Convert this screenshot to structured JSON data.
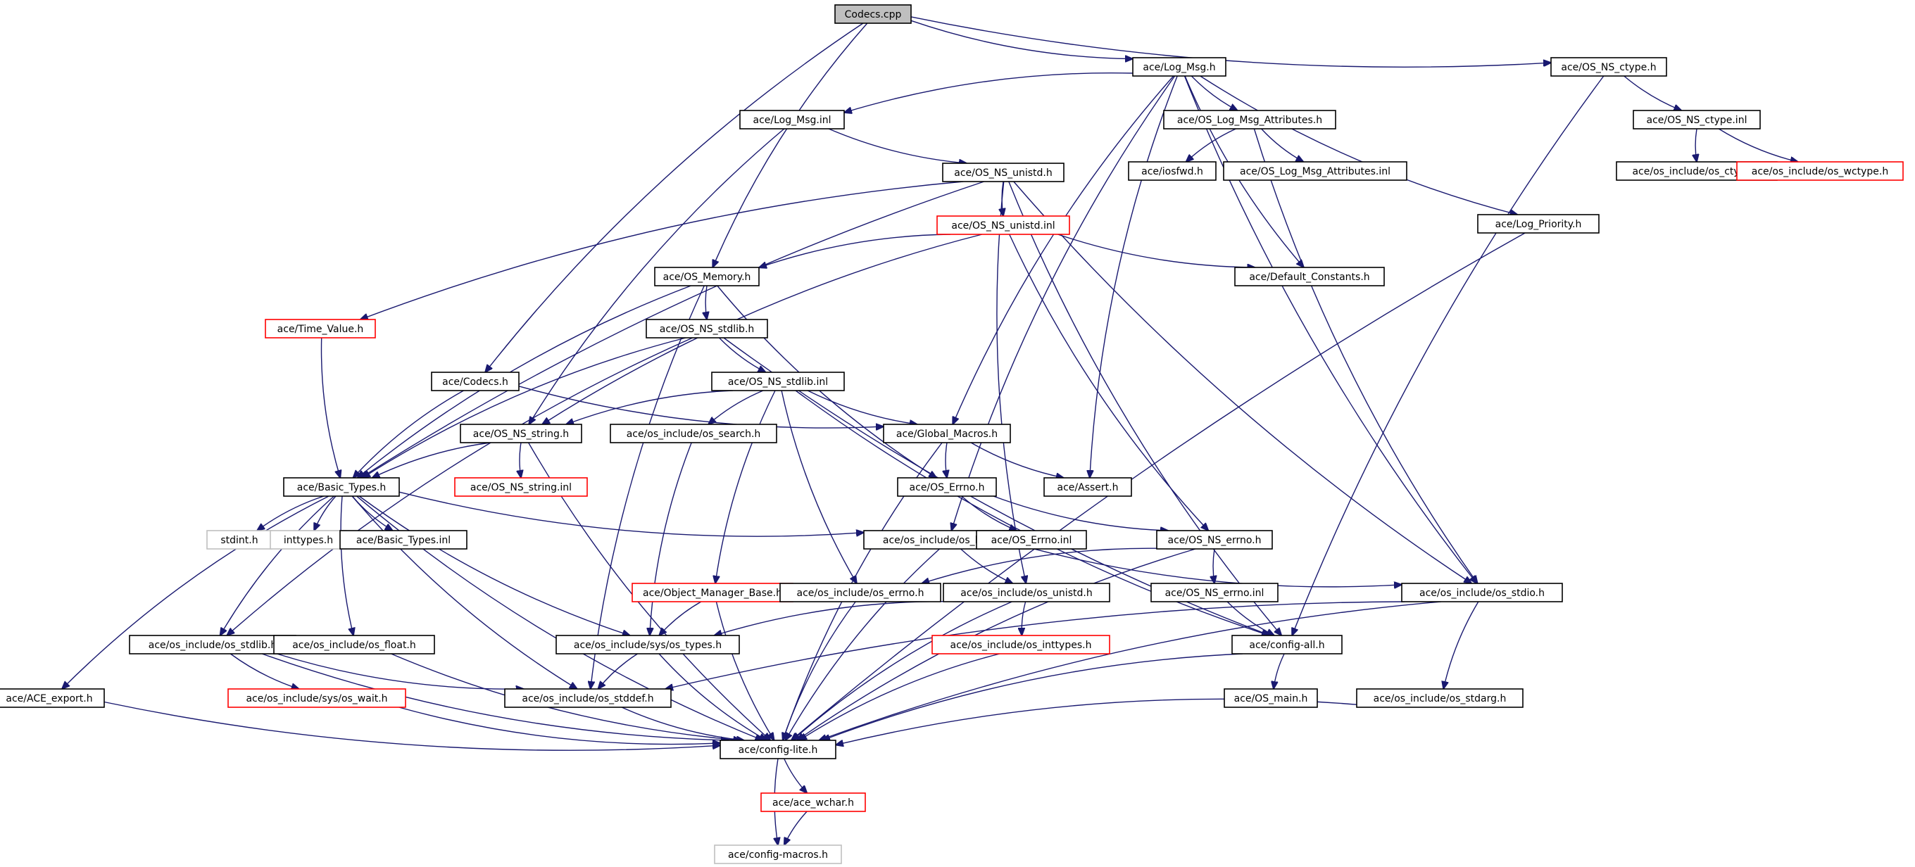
{
  "diagram": {
    "title": "",
    "colors": {
      "edge": "#191970",
      "root_fill": "#bfbfbf",
      "incomplete_border": "#ff0000",
      "external_border": "#bfbfbf"
    },
    "nodes": [
      {
        "id": "n_root",
        "label": "Codecs.cpp",
        "style": "root"
      },
      {
        "id": "n_logmsg_h",
        "label": "ace/Log_Msg.h",
        "style": "normal"
      },
      {
        "id": "n_osnsctype_h",
        "label": "ace/OS_NS_ctype.h",
        "style": "normal"
      },
      {
        "id": "n_logmsg_inl",
        "label": "ace/Log_Msg.inl",
        "style": "normal"
      },
      {
        "id": "n_oslogattr_h",
        "label": "ace/OS_Log_Msg_Attributes.h",
        "style": "normal"
      },
      {
        "id": "n_osnsctype_inl",
        "label": "ace/OS_NS_ctype.inl",
        "style": "normal"
      },
      {
        "id": "n_iosfwd",
        "label": "ace/iosfwd.h",
        "style": "normal"
      },
      {
        "id": "n_oslogattr_inl",
        "label": "ace/OS_Log_Msg_Attributes.inl",
        "style": "normal"
      },
      {
        "id": "n_osctype",
        "label": "ace/os_include/os_ctype.h",
        "style": "normal"
      },
      {
        "id": "n_oswctype",
        "label": "ace/os_include/os_wctype.h",
        "style": "red"
      },
      {
        "id": "n_osnsunistd_h",
        "label": "ace/OS_NS_unistd.h",
        "style": "normal"
      },
      {
        "id": "n_osnsunistd_inl",
        "label": "ace/OS_NS_unistd.inl",
        "style": "red"
      },
      {
        "id": "n_logprio",
        "label": "ace/Log_Priority.h",
        "style": "normal"
      },
      {
        "id": "n_osmemory",
        "label": "ace/OS_Memory.h",
        "style": "normal"
      },
      {
        "id": "n_defconst",
        "label": "ace/Default_Constants.h",
        "style": "normal"
      },
      {
        "id": "n_timevalue",
        "label": "ace/Time_Value.h",
        "style": "red"
      },
      {
        "id": "n_osnsstdlib_h",
        "label": "ace/OS_NS_stdlib.h",
        "style": "normal"
      },
      {
        "id": "n_codecs_h",
        "label": "ace/Codecs.h",
        "style": "normal"
      },
      {
        "id": "n_osnsstdlib_inl",
        "label": "ace/OS_NS_stdlib.inl",
        "style": "normal"
      },
      {
        "id": "n_osnsstring_h",
        "label": "ace/OS_NS_string.h",
        "style": "normal"
      },
      {
        "id": "n_ossearch",
        "label": "ace/os_include/os_search.h",
        "style": "normal"
      },
      {
        "id": "n_globalmacros",
        "label": "ace/Global_Macros.h",
        "style": "normal"
      },
      {
        "id": "n_basictypes_h",
        "label": "ace/Basic_Types.h",
        "style": "normal"
      },
      {
        "id": "n_osnsstring_inl",
        "label": "ace/OS_NS_string.inl",
        "style": "red"
      },
      {
        "id": "n_oserrno_h",
        "label": "ace/OS_Errno.h",
        "style": "normal"
      },
      {
        "id": "n_assert",
        "label": "ace/Assert.h",
        "style": "normal"
      },
      {
        "id": "n_stdint",
        "label": "stdint.h",
        "style": "grey"
      },
      {
        "id": "n_inttypes",
        "label": "inttypes.h",
        "style": "grey"
      },
      {
        "id": "n_basictypes_inl",
        "label": "ace/Basic_Types.inl",
        "style": "normal"
      },
      {
        "id": "n_oslimits",
        "label": "ace/os_include/os_limits.h",
        "style": "normal"
      },
      {
        "id": "n_oserrno_inl",
        "label": "ace/OS_Errno.inl",
        "style": "normal"
      },
      {
        "id": "n_osnserrno_h",
        "label": "ace/OS_NS_errno.h",
        "style": "normal"
      },
      {
        "id": "n_objmgrbase",
        "label": "ace/Object_Manager_Base.h",
        "style": "red"
      },
      {
        "id": "n_os_errno",
        "label": "ace/os_include/os_errno.h",
        "style": "normal"
      },
      {
        "id": "n_os_unistd",
        "label": "ace/os_include/os_unistd.h",
        "style": "normal"
      },
      {
        "id": "n_osnserrno_inl",
        "label": "ace/OS_NS_errno.inl",
        "style": "normal"
      },
      {
        "id": "n_os_stdio",
        "label": "ace/os_include/os_stdio.h",
        "style": "normal"
      },
      {
        "id": "n_os_stdlib",
        "label": "ace/os_include/os_stdlib.h",
        "style": "normal"
      },
      {
        "id": "n_os_float",
        "label": "ace/os_include/os_float.h",
        "style": "normal"
      },
      {
        "id": "n_ostypes",
        "label": "ace/os_include/sys/os_types.h",
        "style": "normal"
      },
      {
        "id": "n_os_inttypes",
        "label": "ace/os_include/os_inttypes.h",
        "style": "red"
      },
      {
        "id": "n_configall",
        "label": "ace/config-all.h",
        "style": "normal"
      },
      {
        "id": "n_aceexport",
        "label": "ace/ACE_export.h",
        "style": "normal"
      },
      {
        "id": "n_oswait",
        "label": "ace/os_include/sys/os_wait.h",
        "style": "red"
      },
      {
        "id": "n_os_stddef",
        "label": "ace/os_include/os_stddef.h",
        "style": "normal"
      },
      {
        "id": "n_osmain",
        "label": "ace/OS_main.h",
        "style": "normal"
      },
      {
        "id": "n_os_stdarg",
        "label": "ace/os_include/os_stdarg.h",
        "style": "normal"
      },
      {
        "id": "n_configlite",
        "label": "ace/config-lite.h",
        "style": "normal"
      },
      {
        "id": "n_acewchar",
        "label": "ace/ace_wchar.h",
        "style": "red"
      },
      {
        "id": "n_configmacros",
        "label": "ace/config-macros.h",
        "style": "grey"
      }
    ],
    "edges": [
      [
        "n_root",
        "n_logmsg_h"
      ],
      [
        "n_root",
        "n_osnsctype_h"
      ],
      [
        "n_root",
        "n_codecs_h"
      ],
      [
        "n_root",
        "n_osmemory"
      ],
      [
        "n_logmsg_h",
        "n_logmsg_inl"
      ],
      [
        "n_logmsg_h",
        "n_oslogattr_h"
      ],
      [
        "n_logmsg_h",
        "n_logprio"
      ],
      [
        "n_logmsg_h",
        "n_defconst"
      ],
      [
        "n_logmsg_h",
        "n_globalmacros"
      ],
      [
        "n_logmsg_h",
        "n_assert"
      ],
      [
        "n_logmsg_h",
        "n_oslimits"
      ],
      [
        "n_logmsg_h",
        "n_os_stdio"
      ],
      [
        "n_osnsctype_h",
        "n_osnsctype_inl"
      ],
      [
        "n_osnsctype_h",
        "n_configall"
      ],
      [
        "n_osnsctype_inl",
        "n_osctype"
      ],
      [
        "n_osnsctype_inl",
        "n_oswctype"
      ],
      [
        "n_oslogattr_h",
        "n_iosfwd"
      ],
      [
        "n_oslogattr_h",
        "n_oslogattr_inl"
      ],
      [
        "n_oslogattr_h",
        "n_os_stdio"
      ],
      [
        "n_logmsg_inl",
        "n_osnsunistd_h"
      ],
      [
        "n_logmsg_inl",
        "n_osnsstring_h"
      ],
      [
        "n_osnsunistd_h",
        "n_osnsunistd_inl"
      ],
      [
        "n_osnsunistd_h",
        "n_timevalue"
      ],
      [
        "n_osnsunistd_h",
        "n_basictypes_h"
      ],
      [
        "n_osnsunistd_h",
        "n_os_unistd"
      ],
      [
        "n_osnsunistd_h",
        "n_configall"
      ],
      [
        "n_osnsunistd_h",
        "n_os_stdio"
      ],
      [
        "n_osnsunistd_inl",
        "n_osmemory"
      ],
      [
        "n_osnsunistd_inl",
        "n_defconst"
      ],
      [
        "n_osnsunistd_inl",
        "n_osnsstring_h"
      ],
      [
        "n_osnsunistd_inl",
        "n_osnserrno_h"
      ],
      [
        "n_logprio",
        "n_configlite"
      ],
      [
        "n_timevalue",
        "n_basictypes_h"
      ],
      [
        "n_osmemory",
        "n_osnsstdlib_h"
      ],
      [
        "n_osmemory",
        "n_oserrno_h"
      ],
      [
        "n_osmemory",
        "n_basictypes_h"
      ],
      [
        "n_osmemory",
        "n_os_stddef"
      ],
      [
        "n_osnsstdlib_h",
        "n_osnsstdlib_inl"
      ],
      [
        "n_osnsstdlib_h",
        "n_basictypes_h"
      ],
      [
        "n_osnsstdlib_h",
        "n_os_stdlib"
      ],
      [
        "n_osnsstdlib_h",
        "n_configall"
      ],
      [
        "n_codecs_h",
        "n_basictypes_h"
      ],
      [
        "n_codecs_h",
        "n_globalmacros"
      ],
      [
        "n_osnsstdlib_inl",
        "n_osnsstring_h"
      ],
      [
        "n_osnsstdlib_inl",
        "n_ossearch"
      ],
      [
        "n_osnsstdlib_inl",
        "n_globalmacros"
      ],
      [
        "n_osnsstdlib_inl",
        "n_objmgrbase"
      ],
      [
        "n_osnsstdlib_inl",
        "n_os_errno"
      ],
      [
        "n_osnsstdlib_inl",
        "n_configall"
      ],
      [
        "n_osnsstring_h",
        "n_basictypes_h"
      ],
      [
        "n_osnsstring_h",
        "n_osnsstring_inl"
      ],
      [
        "n_osnsstring_h",
        "n_configlite"
      ],
      [
        "n_ossearch",
        "n_ostypes"
      ],
      [
        "n_globalmacros",
        "n_oserrno_h"
      ],
      [
        "n_globalmacros",
        "n_assert"
      ],
      [
        "n_globalmacros",
        "n_configlite"
      ],
      [
        "n_basictypes_h",
        "n_stdint"
      ],
      [
        "n_basictypes_h",
        "n_inttypes"
      ],
      [
        "n_basictypes_h",
        "n_basictypes_inl"
      ],
      [
        "n_basictypes_h",
        "n_oslimits"
      ],
      [
        "n_basictypes_h",
        "n_os_stdlib"
      ],
      [
        "n_basictypes_h",
        "n_os_float"
      ],
      [
        "n_basictypes_h",
        "n_ostypes"
      ],
      [
        "n_basictypes_h",
        "n_aceexport"
      ],
      [
        "n_basictypes_h",
        "n_os_stddef"
      ],
      [
        "n_basictypes_h",
        "n_configlite"
      ],
      [
        "n_oserrno_h",
        "n_oserrno_inl"
      ],
      [
        "n_oserrno_h",
        "n_osnserrno_h"
      ],
      [
        "n_oslimits",
        "n_os_unistd"
      ],
      [
        "n_oslimits",
        "n_os_stdio"
      ],
      [
        "n_oslimits",
        "n_configlite"
      ],
      [
        "n_osnserrno_h",
        "n_os_errno"
      ],
      [
        "n_osnserrno_h",
        "n_osnserrno_inl"
      ],
      [
        "n_osnserrno_h",
        "n_configlite"
      ],
      [
        "n_osnserrno_inl",
        "n_configall"
      ],
      [
        "n_objmgrbase",
        "n_ostypes"
      ],
      [
        "n_objmgrbase",
        "n_configlite"
      ],
      [
        "n_os_errno",
        "n_configlite"
      ],
      [
        "n_os_unistd",
        "n_ostypes"
      ],
      [
        "n_os_unistd",
        "n_os_inttypes"
      ],
      [
        "n_os_unistd",
        "n_configlite"
      ],
      [
        "n_os_stdio",
        "n_os_stdarg"
      ],
      [
        "n_os_stdio",
        "n_os_stddef"
      ],
      [
        "n_os_stdio",
        "n_configlite"
      ],
      [
        "n_os_stdlib",
        "n_oswait"
      ],
      [
        "n_os_stdlib",
        "n_os_stddef"
      ],
      [
        "n_os_stdlib",
        "n_configlite"
      ],
      [
        "n_os_float",
        "n_configlite"
      ],
      [
        "n_ostypes",
        "n_os_stddef"
      ],
      [
        "n_ostypes",
        "n_configlite"
      ],
      [
        "n_os_inttypes",
        "n_configlite"
      ],
      [
        "n_configall",
        "n_osmain"
      ],
      [
        "n_configall",
        "n_configlite"
      ],
      [
        "n_aceexport",
        "n_configlite"
      ],
      [
        "n_oswait",
        "n_configlite"
      ],
      [
        "n_os_stddef",
        "n_configlite"
      ],
      [
        "n_os_stdarg",
        "n_configlite"
      ],
      [
        "n_configlite",
        "n_acewchar"
      ],
      [
        "n_configlite",
        "n_configmacros"
      ],
      [
        "n_acewchar",
        "n_configmacros"
      ]
    ]
  }
}
